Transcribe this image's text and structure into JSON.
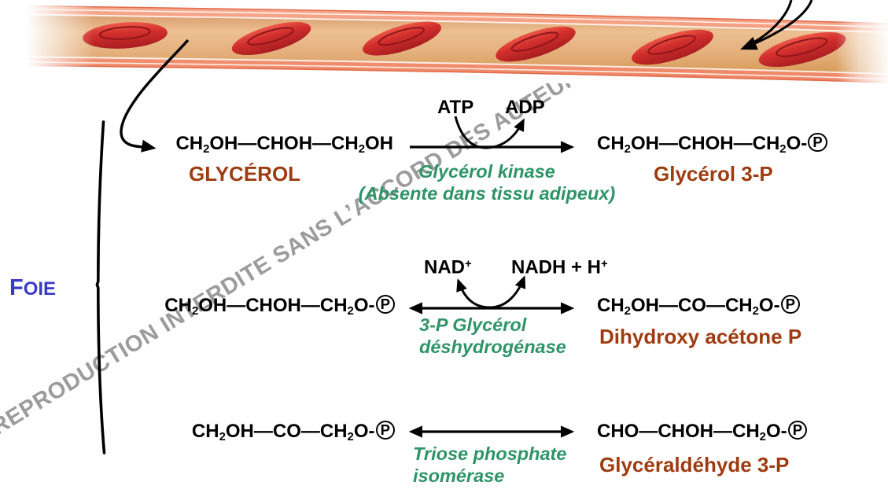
{
  "meta": {
    "description": "Diagramme du métabolisme du glycérol dans le foie",
    "language": "fr"
  },
  "colors": {
    "name_label": "#9e3b10",
    "enzyme_label": "#2e9468",
    "organ_label": "#3a3ac8",
    "watermark": "#9b9b9b",
    "ink": "#000000",
    "vessel_wall": "#f2977a",
    "vessel_lumen": "#e8b98c",
    "blood_cell": "#cf2d2d"
  },
  "watermark": {
    "text": "REPRODUCTION INTERDITE SANS L’ACCORD DES AUTEURS"
  },
  "organ_label": {
    "lead": "F",
    "rest": "OIE"
  },
  "vessel": {
    "name": "vaisseau sanguin",
    "cell_count": 6
  },
  "rows": [
    {
      "substrate_formula": "CH_2_OH—CHOH—CH_2_OH",
      "substrate_name": "GLYCÉROL",
      "cofactor_left": "ATP",
      "cofactor_right": "ADP",
      "enzyme_line1": "Glycérol kinase",
      "enzyme_line2": "(Absente dans tissu adipeux)",
      "product_formula": "CH_2_OH—CHOH—CH_2_O-(P)",
      "product_name": "Glycérol 3-P",
      "arrow": "forward"
    },
    {
      "substrate_formula": "CH_2_OH—CHOH—CH_2_O-(P)",
      "cofactor_left": "NAD^+^",
      "cofactor_right": "NADH + H^+^",
      "enzyme_line1": "3-P Glycérol",
      "enzyme_line2": "déshydrogénase",
      "product_formula": "CH_2_OH—CO—CH_2_O-(P)",
      "product_name": "Dihydroxy acétone P",
      "arrow": "reversible"
    },
    {
      "substrate_formula": "CH_2_OH—CO—CH_2_O-(P)",
      "enzyme_line1": "Triose phosphate",
      "enzyme_line2": "isomérase",
      "product_formula": "CHO—CHOH—CH_2_O-(P)",
      "product_name": "Glycéraldéhyde 3-P",
      "arrow": "reversible"
    }
  ]
}
